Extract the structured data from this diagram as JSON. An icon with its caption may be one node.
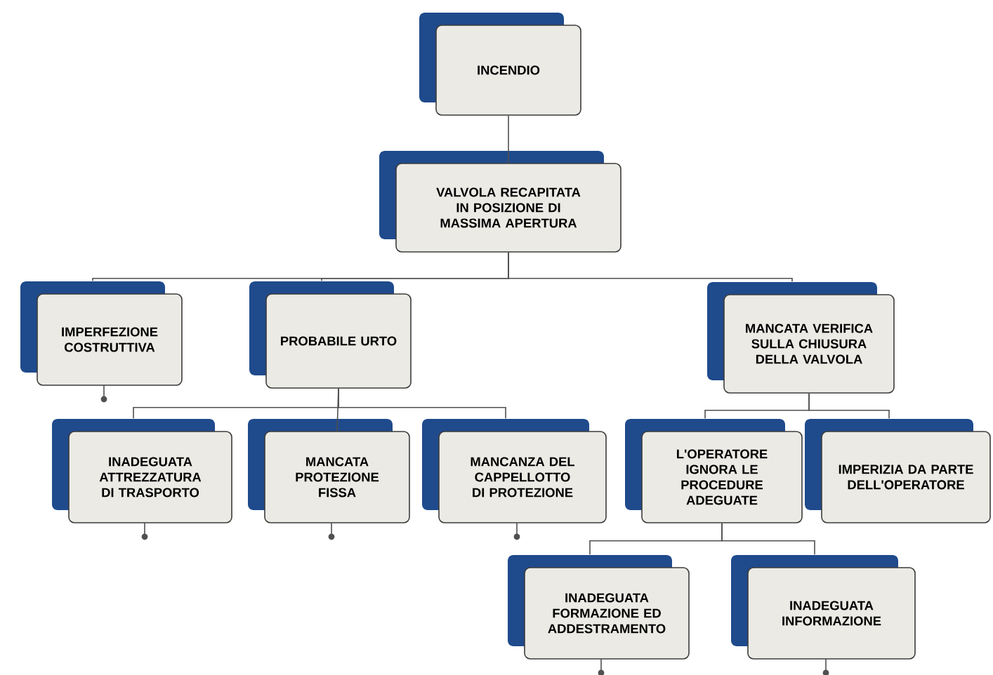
{
  "diagram": {
    "nodes": [
      {
        "text": [
          "INCENDIO"
        ]
      },
      {
        "text": [
          "VALVOLA RECAPITATA IN POSIZIONE DI MASSIMA APERTURA"
        ]
      },
      {
        "text": [
          "IMPERFEZIONE COSTRUTTIVA"
        ]
      },
      {
        "text": [
          "PROBABILE URTO"
        ]
      },
      {
        "text": [
          "MANCATA VERIFICA SULLA CHIUSURA DELLA VALVOLA"
        ]
      },
      {
        "text": [
          "INADEGUATA ATTREZZATURA DI TRASPORTO"
        ]
      },
      {
        "text": [
          "MANCATA PROTEZIONE FISSA"
        ]
      },
      {
        "text": [
          "MANCANZA DEL CAPPELLOTTO DI PROTEZIONE"
        ]
      },
      {
        "text": [
          "L'OPERATORE IGNORA LE PROCEDURE ADEGUATE"
        ]
      },
      {
        "text": [
          "IMPERIZIA DA PARTE DELL'OPERATORE"
        ]
      },
      {
        "text": [
          "INADEGUATA FORMAZIONE ED ADDESTRAMENTO"
        ]
      },
      {
        "text": [
          "INADEGUATA INFORMAZIONE"
        ]
      }
    ],
    "edges": [
      {
        "from": 0,
        "to": 1,
        "arrow": "none"
      },
      {
        "from": 1,
        "to": 2,
        "arrow": "none"
      },
      {
        "from": 1,
        "to": 3,
        "arrow": "none"
      },
      {
        "from": 1,
        "to": 4,
        "arrow": "none"
      },
      {
        "from": 3,
        "to": 5,
        "arrow": "none"
      },
      {
        "from": 3,
        "to": 6,
        "arrow": "none"
      },
      {
        "from": 3,
        "to": 7,
        "arrow": "none"
      },
      {
        "from": 4,
        "to": 8,
        "arrow": "none"
      },
      {
        "from": 4,
        "to": 9,
        "arrow": "none"
      },
      {
        "from": 8,
        "to": 10,
        "arrow": "none"
      },
      {
        "from": 8,
        "to": 11,
        "arrow": "none"
      }
    ]
  }
}
